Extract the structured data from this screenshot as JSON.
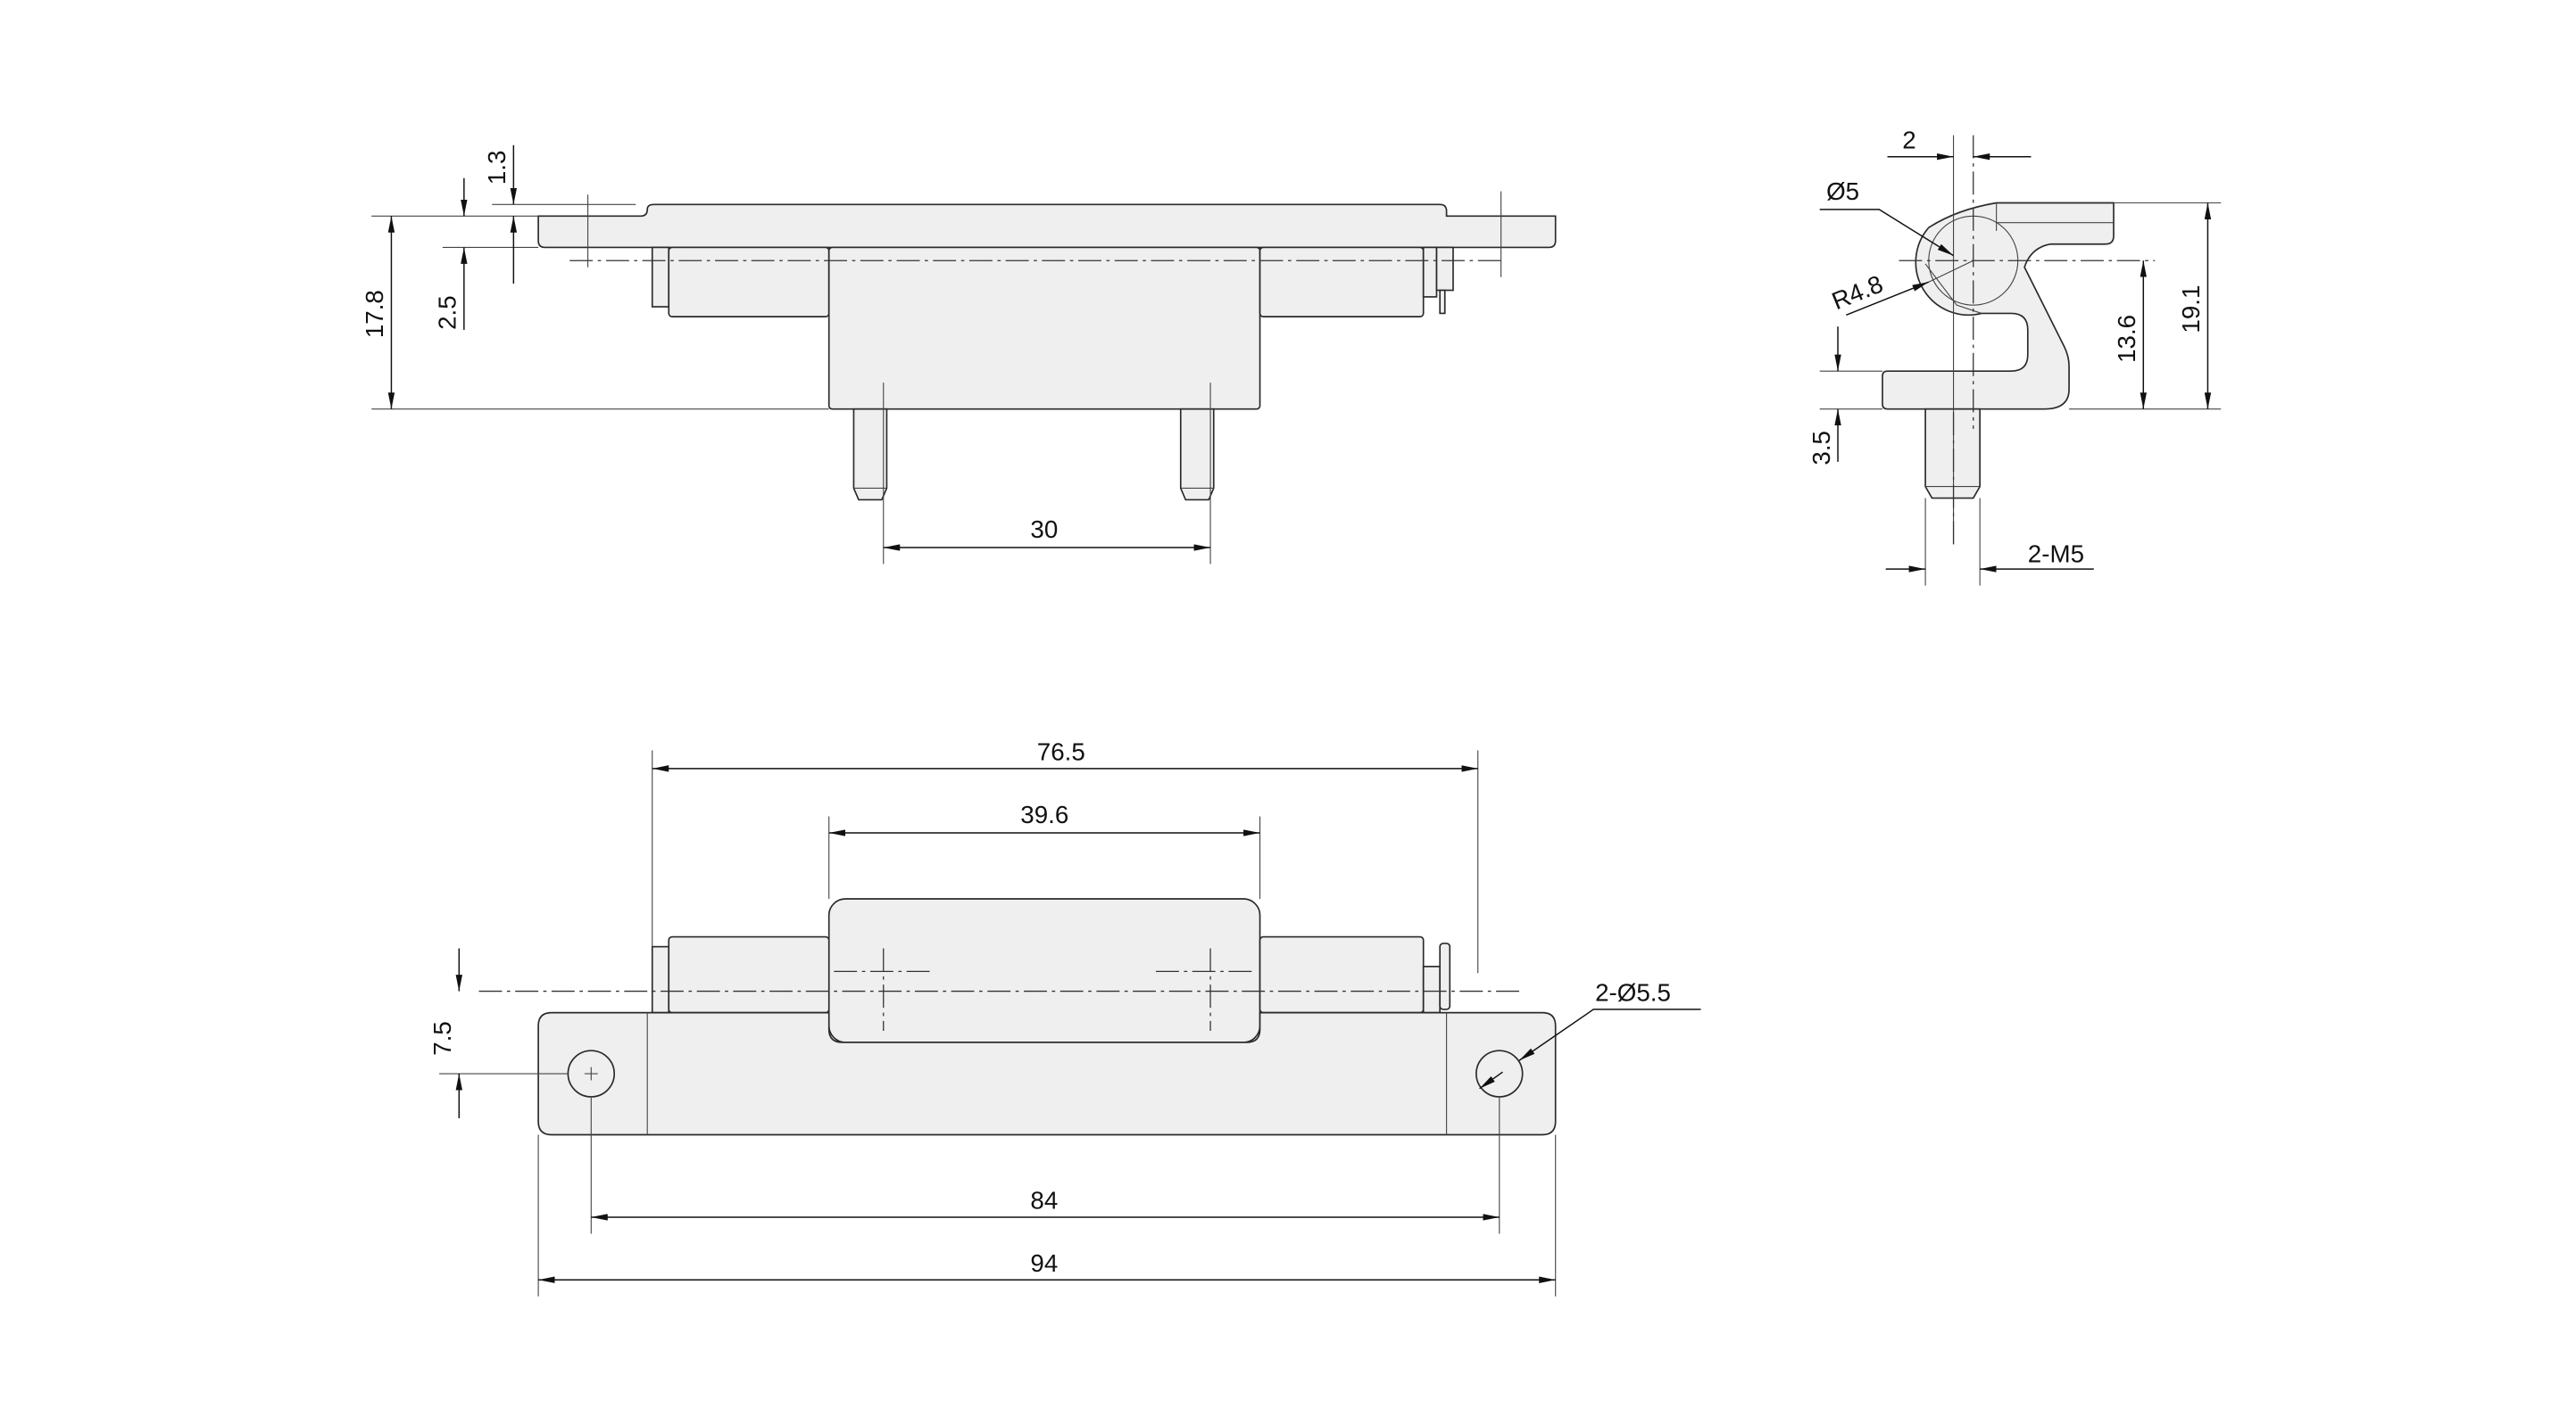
{
  "drawing": {
    "front_view": {
      "dims": {
        "overall_height": "17.8",
        "plate_offset": "2.5",
        "plate_thickness": "1.3",
        "stud_spacing": "30"
      }
    },
    "side_view": {
      "dims": {
        "pin_offset": "2",
        "pin_diameter": "Ø5",
        "knuckle_radius": "R4.8",
        "axis_height": "13.6",
        "total_height": "19.1",
        "base_thickness": "3.5",
        "thread": "2-M5"
      }
    },
    "top_view": {
      "dims": {
        "knuckle_span": "76.5",
        "center_leaf": "39.6",
        "hole_pitch": "84",
        "overall_length": "94",
        "hole_offset": "7.5",
        "hole_callout": "2-Ø5.5"
      }
    }
  }
}
